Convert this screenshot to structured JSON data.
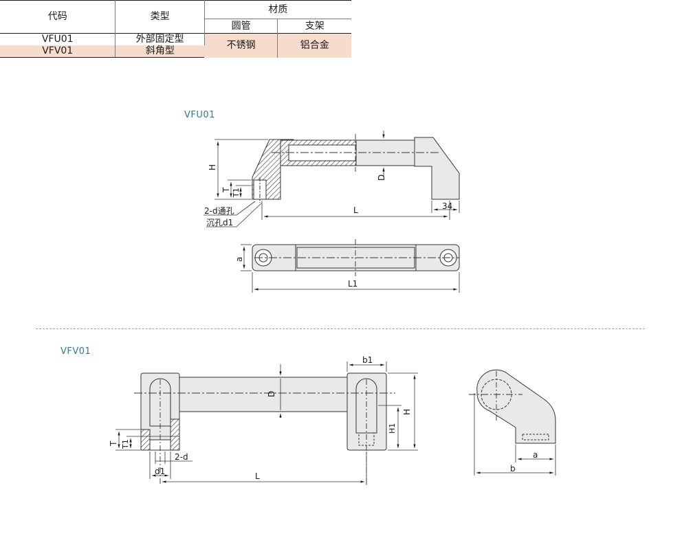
{
  "table": {
    "headers": {
      "code": "代码",
      "type": "类型",
      "material": "材质",
      "tube": "圆管",
      "bracket": "支架"
    },
    "rows": [
      {
        "code": "VFU01",
        "type": "外部固定型"
      },
      {
        "code": "VFV01",
        "type": "斜角型"
      }
    ],
    "tube_material": "不锈钢",
    "bracket_material": "铝合金"
  },
  "colors": {
    "row_tint": "#f6dccd",
    "title_color": "#2f7a95",
    "part_fill": "#e9e9ea"
  },
  "diagram_vfu": {
    "title": "VFU01",
    "labels": {
      "H": "H",
      "T": "T",
      "T1": "T1",
      "D": "D",
      "L": "L",
      "dim34": "34",
      "hole": "2-d通孔",
      "counterbore": "沉孔d1",
      "a": "a",
      "L1": "L1"
    }
  },
  "diagram_vfv": {
    "title": "VFV01",
    "labels": {
      "D": "D",
      "b1": "b1",
      "H": "H",
      "H1": "H1",
      "T": "T",
      "T1": "T1",
      "d1": "d1",
      "hole": "2-d",
      "L": "L",
      "a": "a",
      "b": "b"
    }
  }
}
